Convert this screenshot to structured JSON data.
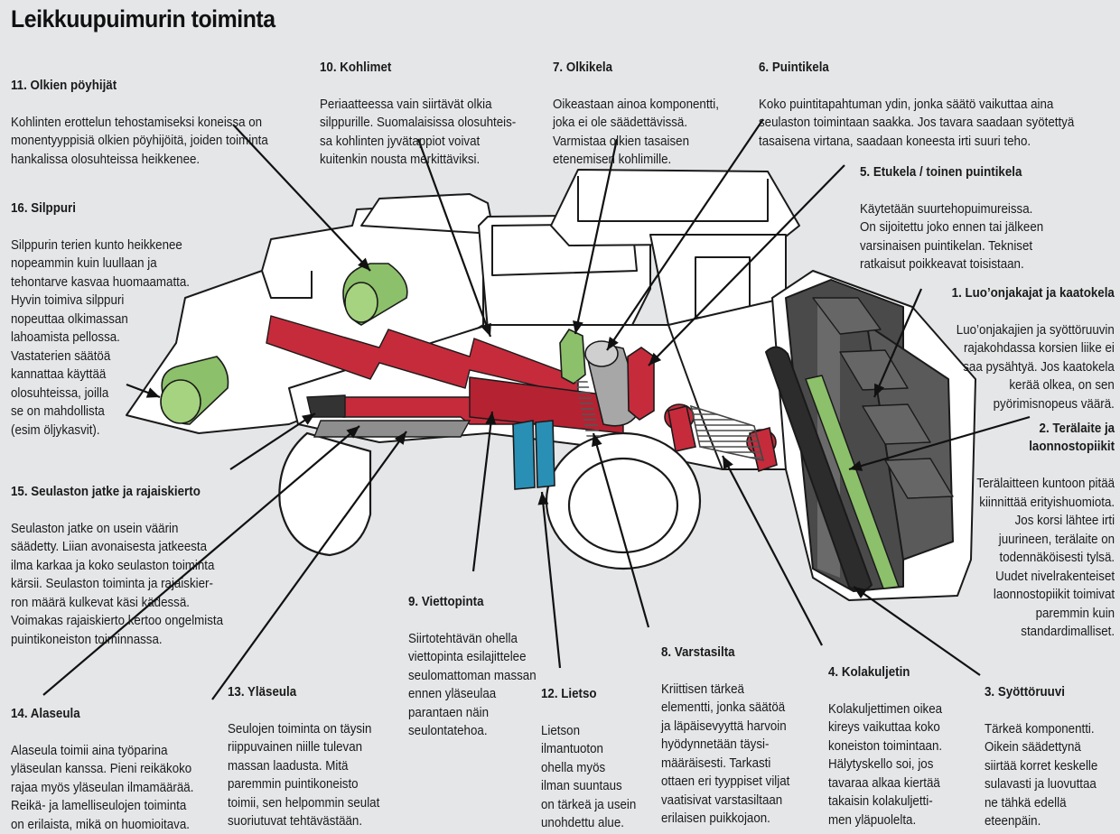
{
  "title": "Leikkuupuimurin toiminta",
  "colors": {
    "background": "#e4e6e8",
    "machine": "#ffffff",
    "outline": "#1a1a1a",
    "sieve_red": "#c62b3b",
    "green": "#8cc06a",
    "blue": "#2a8fb5",
    "gray": "#8e8e8e",
    "dark": "#3c3c3c"
  },
  "labels": {
    "l11": {
      "heading": "11. Olkien pöyhijät",
      "body": "Kohlinten erottelun tehostamiseksi koneissa on\nmonentyyppisiä olkien pöyhijöitä, joiden toiminta\nhankalissa olosuhteissa heikkenee."
    },
    "l10": {
      "heading": "10. Kohlimet",
      "body": "Periaatteessa vain siirtävät olkia\nsilppurille. Suomalaisissa olosuhteis-\nsa kohlinten jyvätappiot voivat\nkuitenkin nousta merkittäviksi."
    },
    "l7": {
      "heading": "7. Olkikela",
      "body": "Oikeastaan ainoa komponentti,\njoka ei ole säädettävissä.\nVarmistaa olkien tasaisen\netenemisen kohlimille."
    },
    "l6": {
      "heading": "6. Puintikela",
      "body": "Koko puintitapahtuman ydin, jonka säätö vaikuttaa aina\nseulaston toimintaan saakka. Jos tavara saadaan syötettyä\ntasaisena virtana, saadaan koneesta irti suuri teho."
    },
    "l5": {
      "heading": "5. Etukela / toinen puintikela",
      "body": "Käytetään suurtehopuimureissa.\nOn sijoitettu joko ennen tai jälkeen\nvarsinaisen puintikelan. Tekniset\nratkaisut poikkeavat toisistaan."
    },
    "l16": {
      "heading": "16. Silppuri",
      "body": "Silppurin terien kunto heikkenee\nnopeammin kuin luullaan ja\ntehontarve kasvaa huomaamatta.\nHyvin toimiva silppuri\nnopeuttaa olkimassan\nlahoamista pellossa.\nVastaterien säätöä\nkannattaa käyttää\nolosuhteissa, joilla\nse on mahdollista\n(esim öljykasvit)."
    },
    "l1": {
      "heading": "1. Luo’onjakajat ja kaatokela",
      "body": "Luo’onjakajien ja syöttöruuvin\nrajakohdassa korsien liike ei\nsaa pysähtyä. Jos kaatokela\nkerää olkea, on sen\npyörimisnopeus väärä."
    },
    "l2": {
      "heading": "2. Terälaite ja\nlaonnostopiikit",
      "body": "Terälaitteen kuntoon pitää\nkiinnittää erityishuomiota.\nJos korsi lähtee irti\njuurineen, terälaite on\ntodennäköisesti tylsä.\nUudet nivelrakenteiset\nlaonnostopiikit toimivat\nparemmin kuin\nstandardimalliset."
    },
    "l15": {
      "heading": "15. Seulaston jatke ja rajaiskierto",
      "body": "Seulaston jatke on usein väärin\nsäädetty. Liian avonaisesta jatkeesta\nilma karkaa ja koko seulaston toiminta\nkärsii. Seulaston toiminta ja rajaiskier-\nron määrä kulkevat käsi kädessä.\nVoimakas rajaiskierto kertoo ongelmista\npuintikoneiston toiminnassa."
    },
    "l9": {
      "heading": "9. Viettopinta",
      "body": "Siirtotehtävän ohella\nviettopinta esilajittelee\nseulomattoman massan\nennen yläseulaa\nparantaen näin\nseulontatehoa."
    },
    "l8": {
      "heading": "8. Varstasilta",
      "body": "Kriittisen tärkeä\nelementti, jonka säätöä\nja läpäisevyyttä harvoin\nhyödynnetään täysi-\nmääräisesti. Tarkasti\nottaen eri tyyppiset viljat\nvaatisivat varstasiltaan\nerilaisen puikkojaon."
    },
    "l4": {
      "heading": "4. Kolakuljetin",
      "body": "Kolakuljettimen  oikea\nkireys vaikuttaa koko\nkoneiston toimintaan.\nHälytyskello soi, jos\ntavaraa alkaa kiertää\ntakaisin kolakuljetti-\nmen yläpuolelta."
    },
    "l3": {
      "heading": "3. Syöttöruuvi",
      "body": "Tärkeä komponentti.\nOikein säädettynä\nsiirtää korret keskelle\nsulavasti ja luovuttaa\nne tähkä edellä\neteenpäin."
    },
    "l14": {
      "heading": "14. Alaseula",
      "body": "Alaseula toimii aina työparina\nyläseulan kanssa. Pieni reikäkoko\nrajaa myös yläseulan ilmamäärää.\nReikä- ja lamelliseulojen toiminta\non erilaista, mikä on huomioitava."
    },
    "l13": {
      "heading": "13. Yläseula",
      "body": "Seulojen toiminta on täysin\nriippuvainen niille tulevan\nmassan laadusta. Mitä\nparemmin puintikoneisto\ntoimii, sen helpommin seulat\nsuoriutuvat tehtävästään."
    },
    "l12": {
      "heading": "12. Lietso",
      "body": "Lietson\nilmantuoton\nohella myös\nilman suuntaus\non tärkeä ja usein\nunohdettu alue."
    }
  }
}
